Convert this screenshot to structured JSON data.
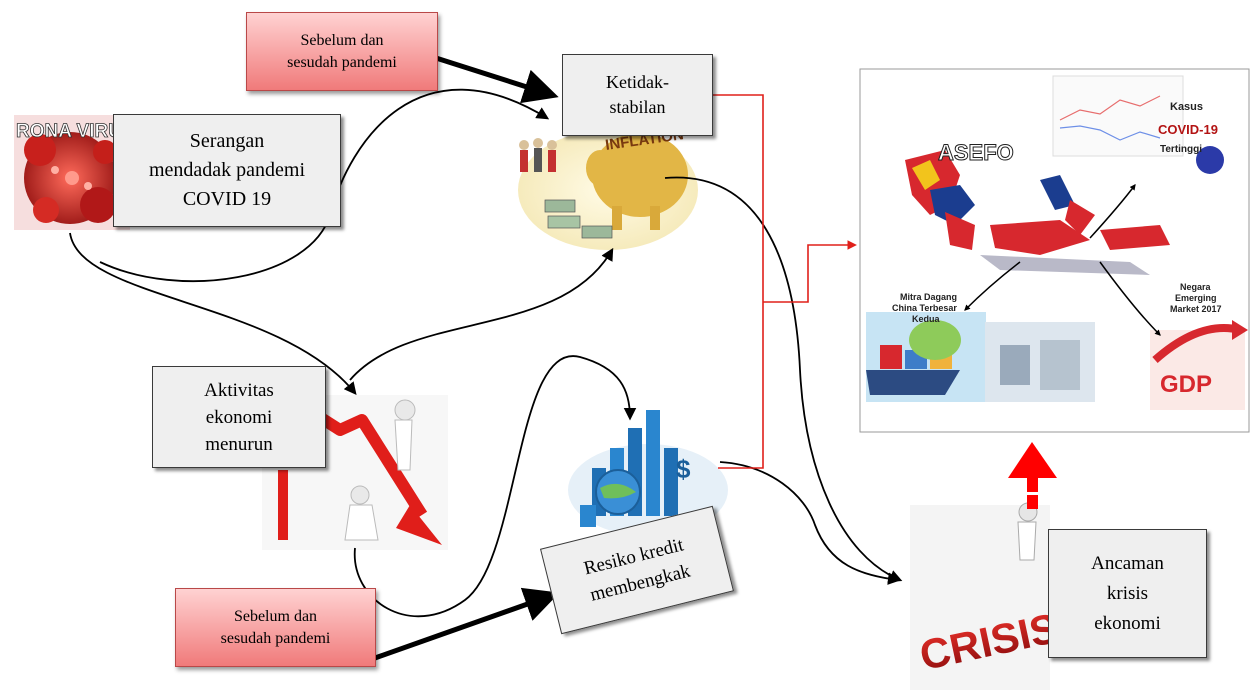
{
  "nodes": {
    "before_after_top": [
      "Sebelum dan",
      "sesudah pandemi"
    ],
    "instability": [
      "Ketidak-",
      "stabilan"
    ],
    "sudden_attack": [
      "Serangan",
      "mendadak pandemi",
      "COVID 19"
    ],
    "virus_banner": "RONA VIRU",
    "economic_activity": [
      "Aktivitas",
      "ekonomi",
      "menurun"
    ],
    "credit_risk": [
      "Resiko kredit",
      "membengkak"
    ],
    "before_after_bottom": [
      "Sebelum dan",
      "sesudah pandemi"
    ],
    "crisis_threat": [
      "Ancaman",
      "krisis",
      "ekonomi"
    ]
  },
  "inflation_banner": "INFLATION",
  "asean_panel": {
    "title": "ASEFO",
    "covid_label": [
      "Kasus",
      "COVID-19",
      "Tertinggi"
    ],
    "trade_label": [
      "Mitra Dagang",
      "China Terbesar",
      "Kedua"
    ],
    "emerging_label": [
      "Negara",
      "Emerging",
      "Market 2017"
    ],
    "gdp_label": "GDP"
  },
  "crisis_word": "CRISIS",
  "colors": {
    "red_connector": "#e0201a",
    "box_fill": "#efefef",
    "arrow_red": "#ff0000"
  }
}
